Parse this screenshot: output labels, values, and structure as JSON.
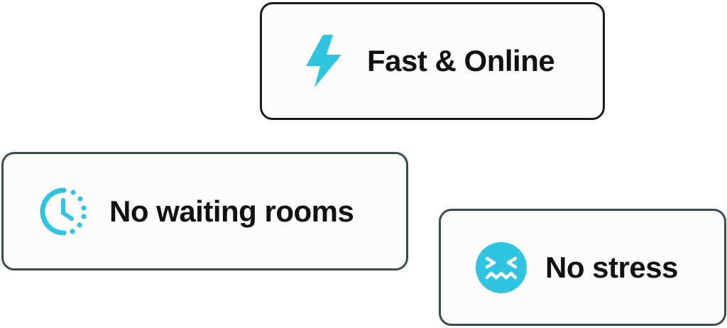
{
  "accent_color": "#2fc4df",
  "cards": [
    {
      "label": "Fast & Online",
      "icon": "lightning-bolt-icon"
    },
    {
      "label": "No waiting rooms",
      "icon": "clock-icon"
    },
    {
      "label": "No stress",
      "icon": "stressed-face-icon"
    }
  ]
}
